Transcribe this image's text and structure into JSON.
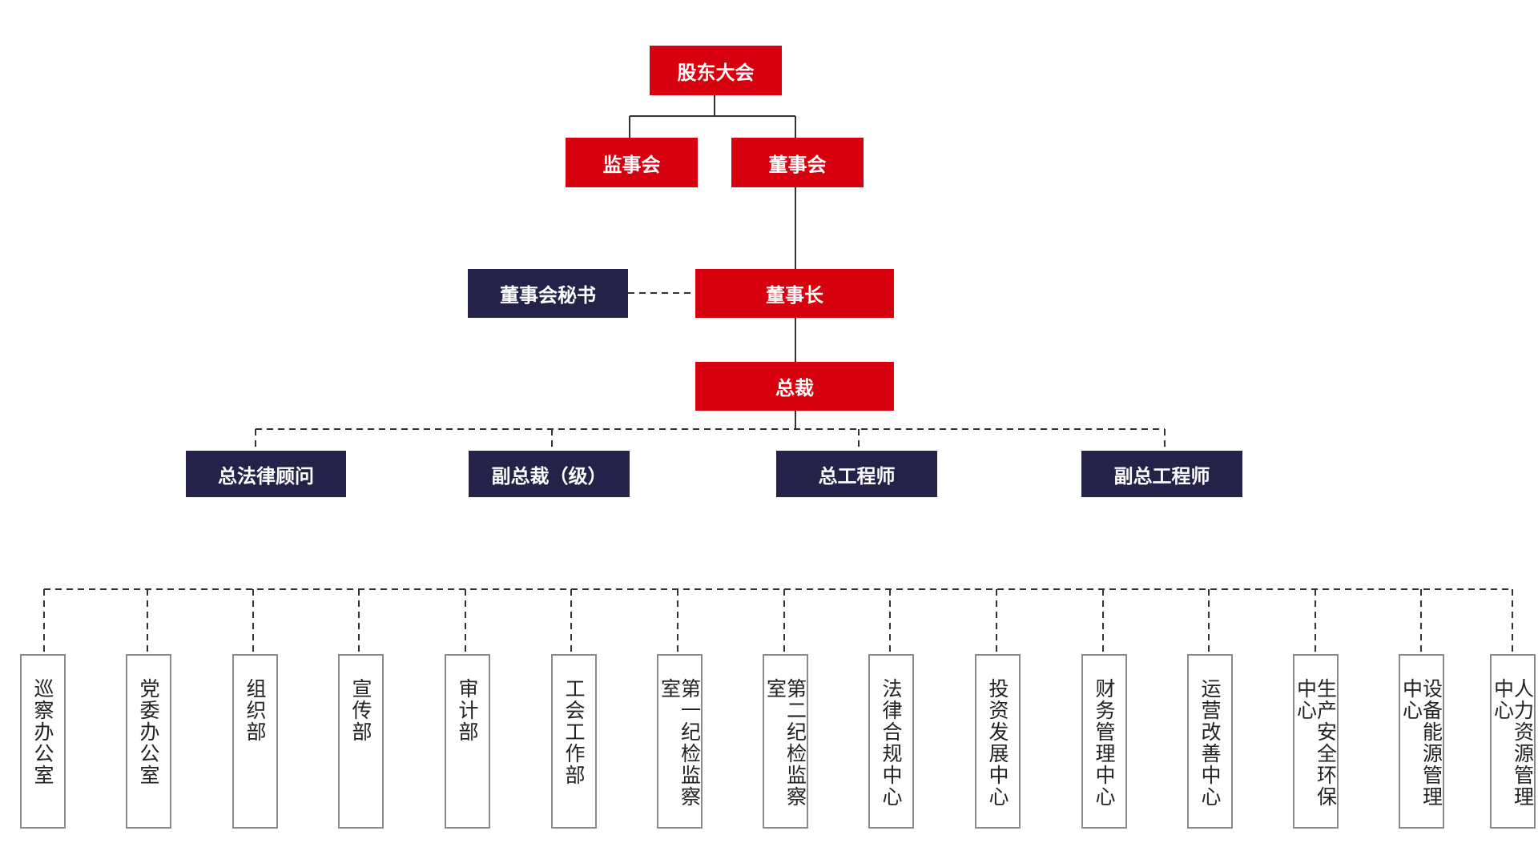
{
  "colors": {
    "executive": "#d7000f",
    "staff": "#25224a",
    "connector": "#333333",
    "department_border": "#8a8a8a"
  },
  "nodes": {
    "shareholders_meeting": "股东大会",
    "supervisory_board": "监事会",
    "board_of_directors": "董事会",
    "board_secretary": "董事会秘书",
    "chairman": "董事长",
    "president": "总裁"
  },
  "executives": [
    "总法律顾问",
    "副总裁（级）",
    "总工程师",
    "副总工程师"
  ],
  "departments": [
    "巡察办公室",
    "党委办公室",
    "组织部",
    "宣传部",
    "审计部",
    "工会工作部",
    "第一纪检监察室",
    "第二纪检监察室",
    "法律合规中心",
    "投资发展中心",
    "财务管理中心",
    "运营改善中心",
    "生产安全环保中心",
    "设备能源管理中心",
    "人力资源管理中心"
  ]
}
